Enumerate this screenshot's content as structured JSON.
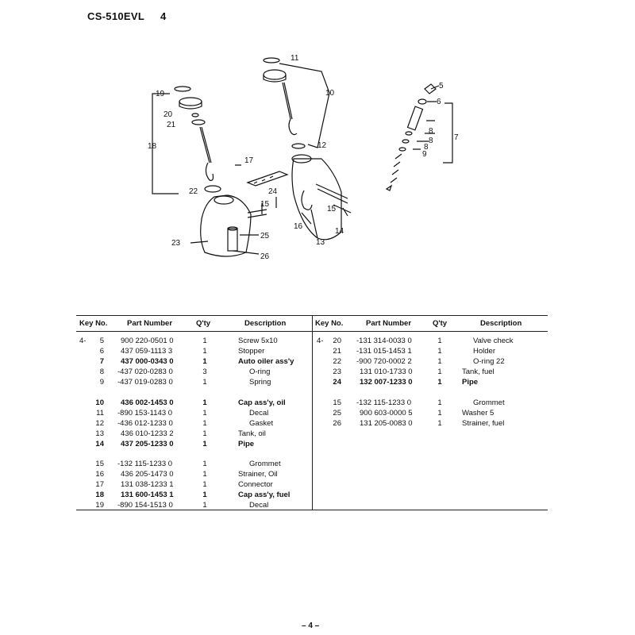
{
  "header": {
    "model": "CS-510EVL",
    "page_number": "4"
  },
  "diagram_labels": [
    "5",
    "6",
    "7",
    "8",
    "8",
    "8",
    "9",
    "10",
    "11",
    "12",
    "13",
    "14",
    "15",
    "15",
    "16",
    "17",
    "18",
    "19",
    "20",
    "21",
    "22",
    "23",
    "24",
    "25",
    "26"
  ],
  "table": {
    "headers": [
      "Key No.",
      "Part Number",
      "Q'ty",
      "Description"
    ],
    "left": [
      {
        "prefix": "4-",
        "key": "5",
        "part": "900 220-0501 0",
        "qty": "1",
        "desc": "Screw 5x10",
        "bold": false,
        "indent": false
      },
      {
        "prefix": "",
        "key": "6",
        "part": "437 059-1113 3",
        "qty": "1",
        "desc": "Stopper",
        "bold": false,
        "indent": false
      },
      {
        "prefix": "",
        "key": "7",
        "part": "437 000-0343 0",
        "qty": "1",
        "desc": "Auto oiler ass'y",
        "bold": true,
        "indent": false
      },
      {
        "prefix": "",
        "key": "8",
        "part": "-437 020-0283 0",
        "qty": "3",
        "desc": "O-ring",
        "bold": false,
        "indent": true
      },
      {
        "prefix": "",
        "key": "9",
        "part": "-437 019-0283 0",
        "qty": "1",
        "desc": "Spring",
        "bold": false,
        "indent": true
      },
      {
        "prefix": "",
        "key": "10",
        "part": "436 002-1453 0",
        "qty": "1",
        "desc": "Cap ass'y, oil",
        "bold": true,
        "indent": false
      },
      {
        "prefix": "",
        "key": "11",
        "part": "-890 153-1143 0",
        "qty": "1",
        "desc": "Decal",
        "bold": false,
        "indent": true
      },
      {
        "prefix": "",
        "key": "12",
        "part": "-436 012-1233 0",
        "qty": "1",
        "desc": "Gasket",
        "bold": false,
        "indent": true
      },
      {
        "prefix": "",
        "key": "13",
        "part": "436 010-1233 2",
        "qty": "1",
        "desc": "Tank, oil",
        "bold": false,
        "indent": false
      },
      {
        "prefix": "",
        "key": "14",
        "part": "437 205-1233 0",
        "qty": "1",
        "desc": "Pipe",
        "bold": true,
        "indent": false
      },
      {
        "prefix": "",
        "key": "15",
        "part": "-132 115-1233 0",
        "qty": "1",
        "desc": "Grommet",
        "bold": false,
        "indent": true
      },
      {
        "prefix": "",
        "key": "16",
        "part": "436 205-1473 0",
        "qty": "1",
        "desc": "Strainer, Oil",
        "bold": false,
        "indent": false
      },
      {
        "prefix": "",
        "key": "17",
        "part": "131 038-1233 1",
        "qty": "1",
        "desc": "Connector",
        "bold": false,
        "indent": false
      },
      {
        "prefix": "",
        "key": "18",
        "part": "131 600-1453 1",
        "qty": "1",
        "desc": "Cap ass'y, fuel",
        "bold": true,
        "indent": false
      },
      {
        "prefix": "",
        "key": "19",
        "part": "-890 154-1513 0",
        "qty": "1",
        "desc": "Decal",
        "bold": false,
        "indent": true
      }
    ],
    "right": [
      {
        "prefix": "4-",
        "key": "20",
        "part": "-131 314-0033 0",
        "qty": "1",
        "desc": "Valve  check",
        "bold": false,
        "indent": true
      },
      {
        "prefix": "",
        "key": "21",
        "part": "-131 015-1453 1",
        "qty": "1",
        "desc": "Holder",
        "bold": false,
        "indent": true
      },
      {
        "prefix": "",
        "key": "22",
        "part": "-900 720-0002 2",
        "qty": "1",
        "desc": "O-ring 22",
        "bold": false,
        "indent": true
      },
      {
        "prefix": "",
        "key": "23",
        "part": "131 010-1733 0",
        "qty": "1",
        "desc": "Tank, fuel",
        "bold": false,
        "indent": false
      },
      {
        "prefix": "",
        "key": "24",
        "part": "132 007-1233 0",
        "qty": "1",
        "desc": "Pipe",
        "bold": true,
        "indent": false
      },
      {
        "prefix": "",
        "key": "15",
        "part": "-132 115-1233 0",
        "qty": "1",
        "desc": "Grommet",
        "bold": false,
        "indent": true
      },
      {
        "prefix": "",
        "key": "25",
        "part": "900 603-0000 5",
        "qty": "1",
        "desc": "Washer 5",
        "bold": false,
        "indent": false
      },
      {
        "prefix": "",
        "key": "26",
        "part": "131 205-0083 0",
        "qty": "1",
        "desc": "Strainer, fuel",
        "bold": false,
        "indent": false
      }
    ]
  },
  "footer": {
    "page_label": "– 4 –"
  }
}
